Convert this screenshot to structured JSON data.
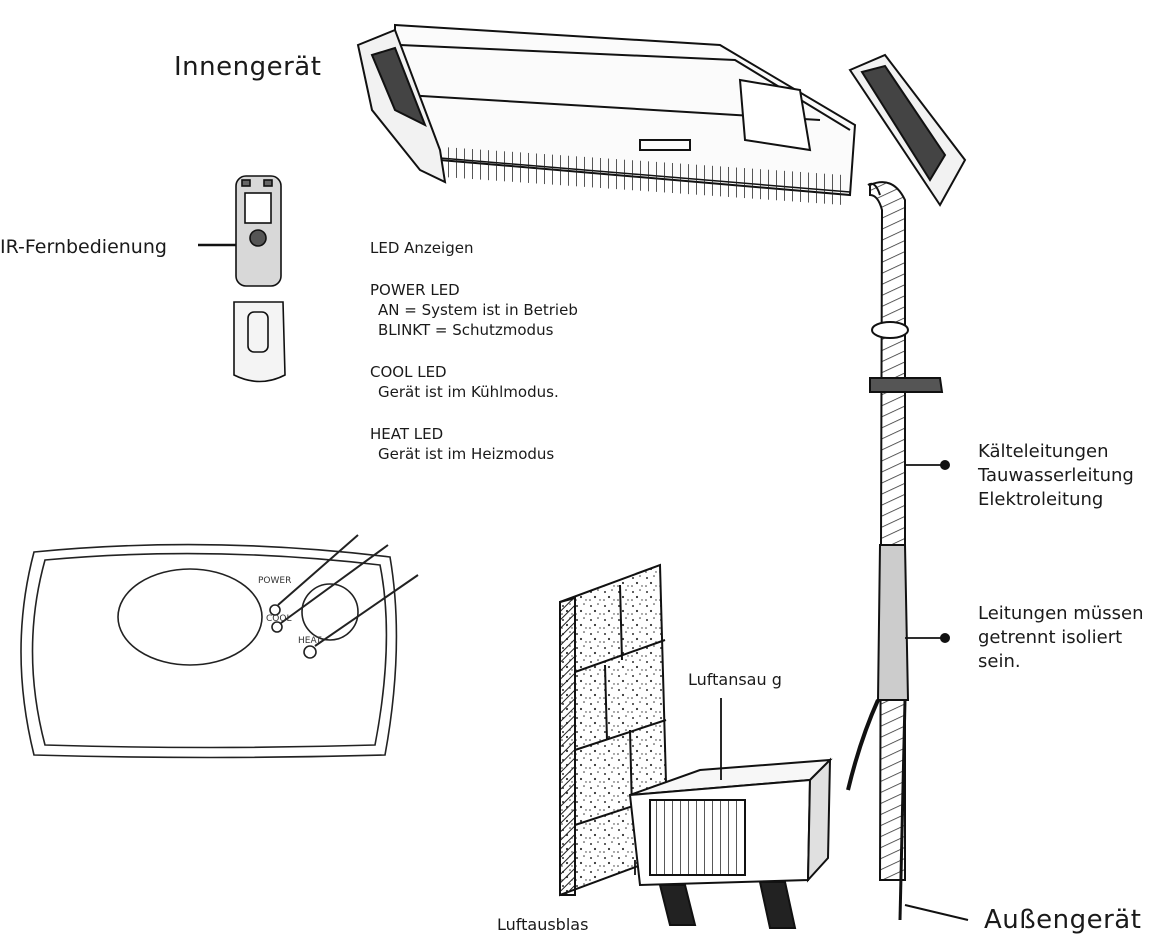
{
  "labels": {
    "indoor_unit": "Innengerät",
    "remote": "IR-Fernbedienung",
    "led_heading": "LED Anzeigen",
    "power_led": {
      "title": "POWER LED",
      "line1": "AN = System ist in Betrieb",
      "line2": "BLINKT = Schutzmodus"
    },
    "cool_led": {
      "title": "COOL LED",
      "line1": "Gerät ist im Kühlmodus."
    },
    "heat_led": {
      "title": "HEAT LED",
      "line1": "Gerät ist im Heizmodus"
    },
    "pipes": {
      "line1": "Kälteleitungen",
      "line2": "Tauwasserleitung",
      "line3": "Elektroleitung"
    },
    "insulation": {
      "line1": "Leitungen müssen",
      "line2": "getrennt isoliert",
      "line3": "sein."
    },
    "air_intake": "Luftansau g",
    "air_outlet": "Luftausblas",
    "outdoor_unit": "Außengerät",
    "panel_power": "POWER",
    "panel_cool": "COOL",
    "panel_heat": "HEAT"
  }
}
